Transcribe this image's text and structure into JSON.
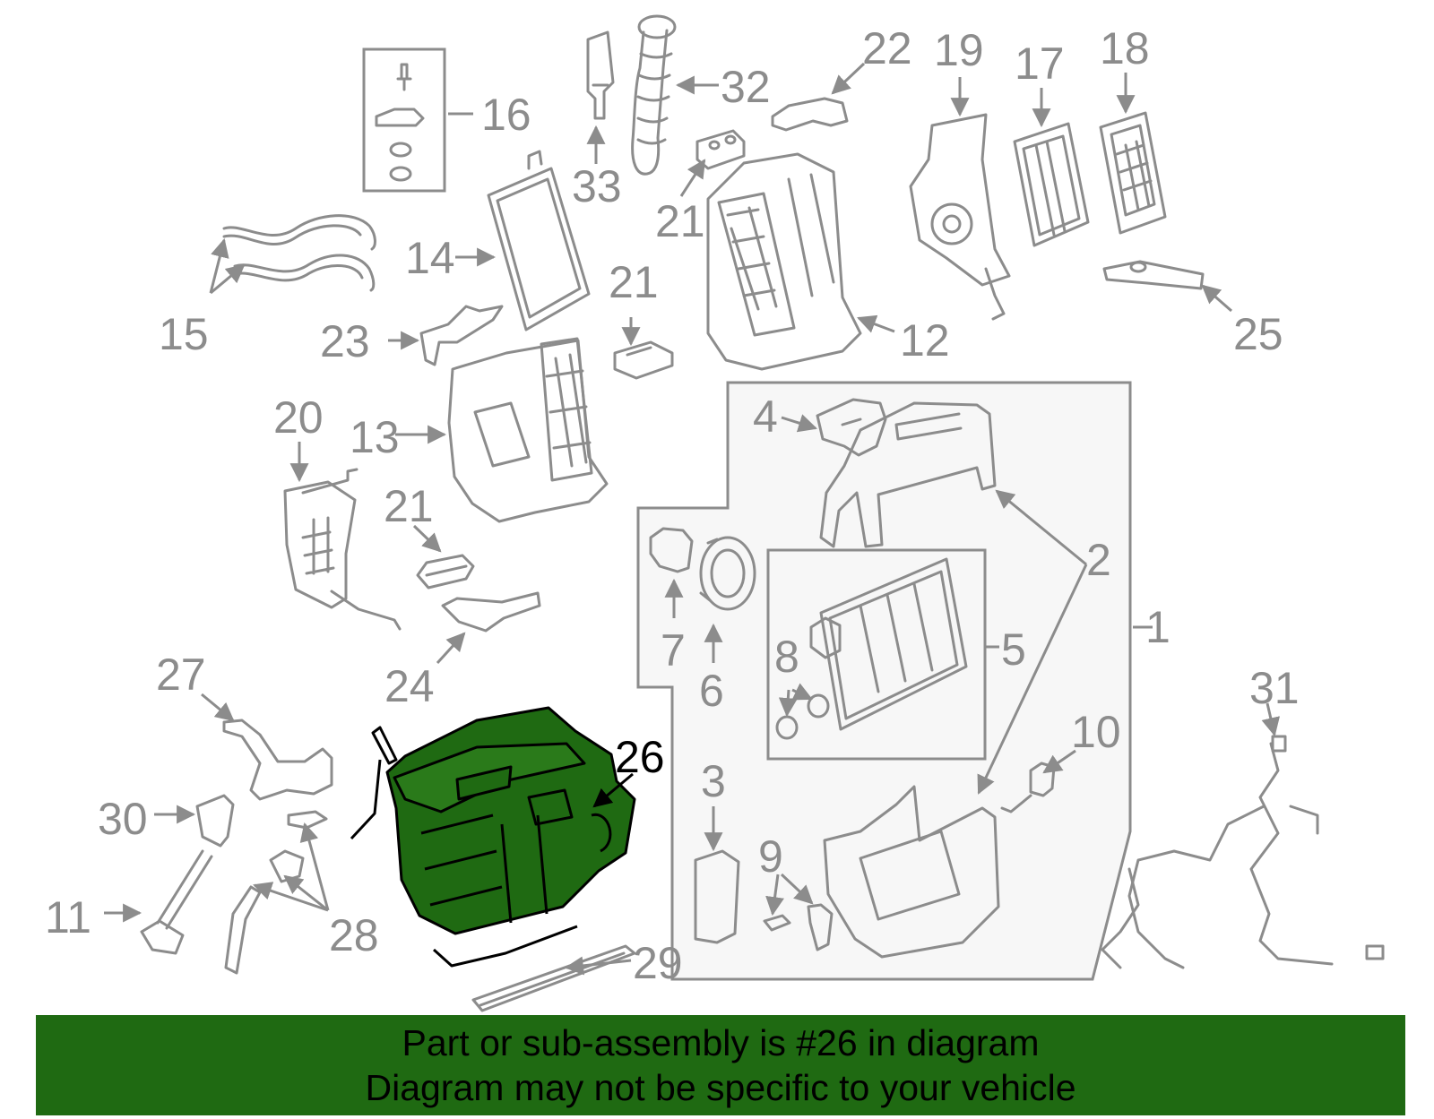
{
  "colors": {
    "line": "#8c8c8c",
    "highlight_fill": "#1f6a12",
    "highlight_stroke": "#000000",
    "banner": "#1f6a12",
    "box_fill": "#f7f7f7"
  },
  "diagram": {
    "highlighted_part": "26",
    "callouts": {
      "c1": "1",
      "c2": "2",
      "c3": "3",
      "c4": "4",
      "c5": "5",
      "c6": "6",
      "c7": "7",
      "c8": "8",
      "c9": "9",
      "c10": "10",
      "c11": "11",
      "c12": "12",
      "c13": "13",
      "c14": "14",
      "c15": "15",
      "c16": "16",
      "c17": "17",
      "c18": "18",
      "c19": "19",
      "c20": "20",
      "c21a": "21",
      "c21b": "21",
      "c21c": "21",
      "c22": "22",
      "c23": "23",
      "c24": "24",
      "c25": "25",
      "c26": "26",
      "c27": "27",
      "c28": "28",
      "c29": "29",
      "c30": "30",
      "c31": "31",
      "c32": "32",
      "c33": "33"
    }
  },
  "banner": {
    "line1": "Part or sub-assembly is #26 in diagram",
    "line2": "Diagram may not be specific to your vehicle"
  }
}
